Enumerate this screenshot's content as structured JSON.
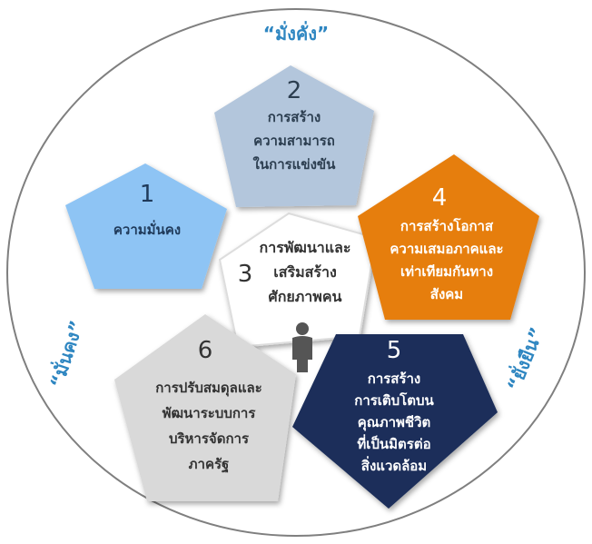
{
  "outer_labels": {
    "top": "“มั่งคั่ง”",
    "left": "“มั่นคง”",
    "right": "“ยั่งยืน”"
  },
  "center": {
    "number": "3",
    "lines": [
      "การพัฒนาและ",
      "เสริมสร้าง",
      "ศักยภาพคน"
    ]
  },
  "pentagons": [
    {
      "number": "1",
      "lines": [
        "ความมั่นคง"
      ],
      "fill": "#8ec4f4",
      "text_color": "#1f3a5a"
    },
    {
      "number": "2",
      "lines": [
        "การสร้าง",
        "ความสามารถ",
        "ในการแข่งขัน"
      ],
      "fill": "#b3c6dc",
      "text_color": "#2c3e50"
    },
    {
      "number": "4",
      "lines": [
        "การสร้างโอกาส",
        "ความเสมอภาคและ",
        "เท่าเทียมกันทาง",
        "สังคม"
      ],
      "fill": "#e67e0f",
      "text_color": "#ffffff"
    },
    {
      "number": "5",
      "lines": [
        "การสร้าง",
        "การเติบโตบน",
        "คุณภาพชีวิต",
        "ที่เป็นมิตรต่อ",
        "สิ่งแวดล้อม"
      ],
      "fill": "#1b2f5a",
      "text_color": "#ffffff"
    },
    {
      "number": "6",
      "lines": [
        "การปรับสมดุลและ",
        "พัฒนาระบบการ",
        "บริหารจัดการ",
        "ภาครัฐ"
      ],
      "fill": "#d9d9d9",
      "text_color": "#333333"
    }
  ],
  "colors": {
    "circle_stroke": "#7f7f7f",
    "accent": "#2e86c1",
    "person_icon": "#555555"
  },
  "icon": "person-icon"
}
